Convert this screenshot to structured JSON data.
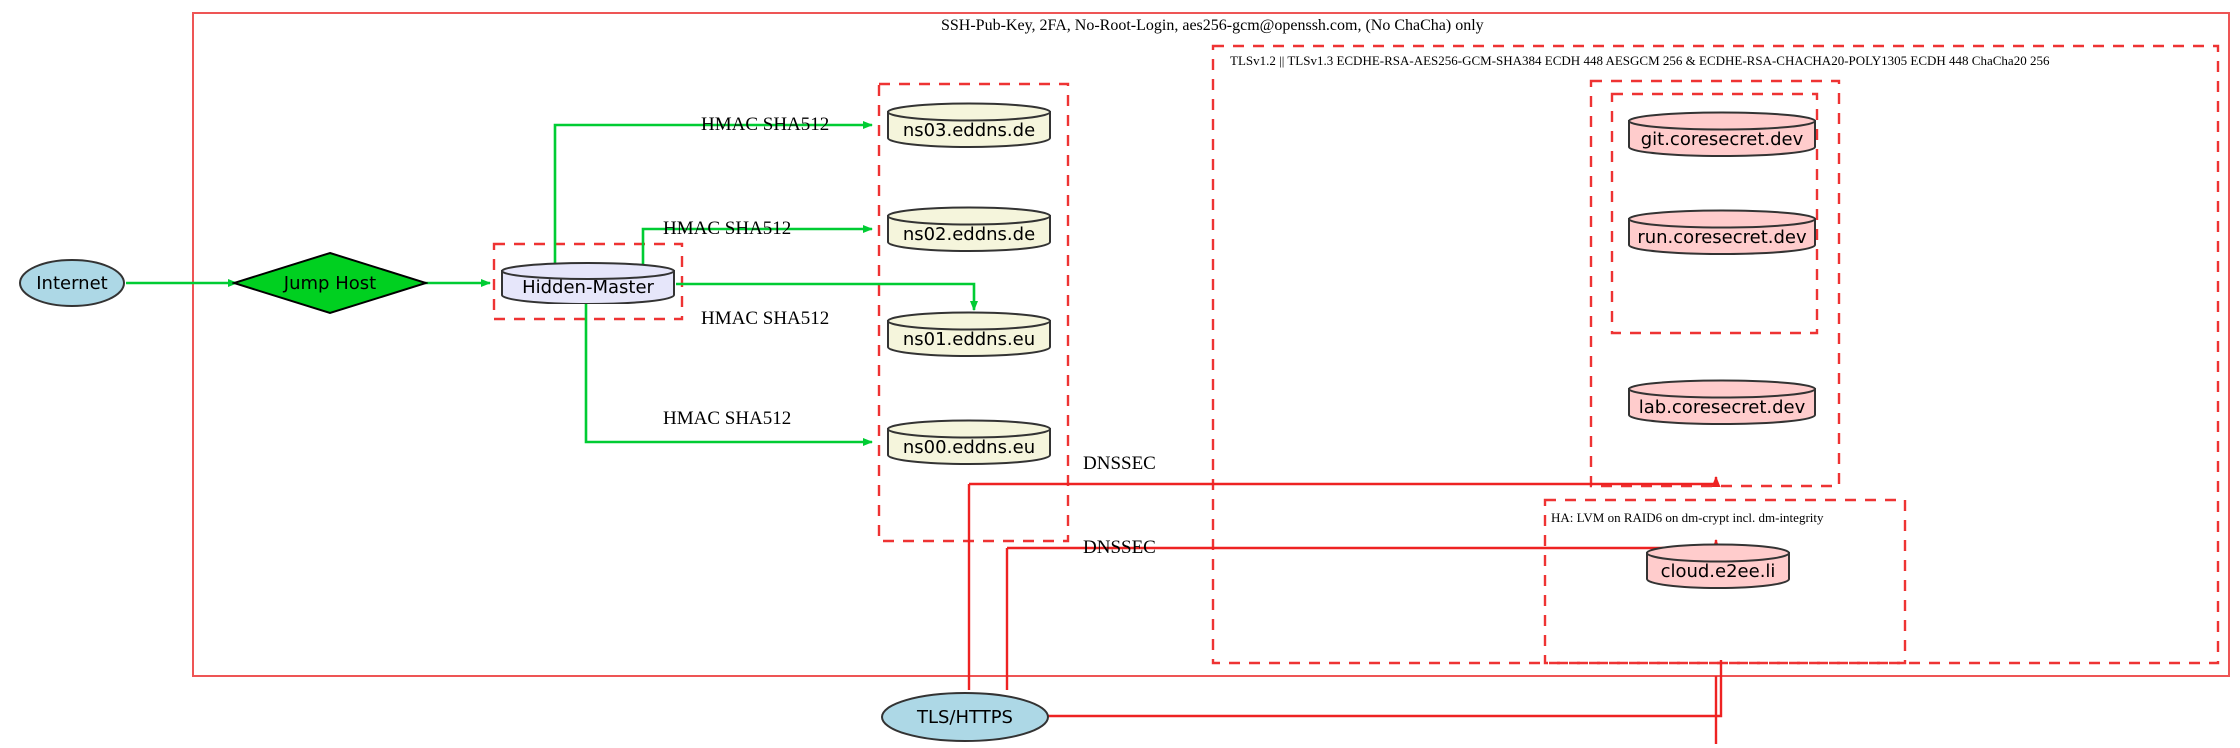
{
  "diagram": {
    "title_label": "SSH-Pub-Key, 2FA, No-Root-Login, aes256-gcm@openssh.com, (No ChaCha) only",
    "tls_label": "TLSv1.2 || TLSv1.3 ECDHE-RSA-AES256-GCM-SHA384 ECDH 448 AESGCM 256 & ECDHE-RSA-CHACHA20-POLY1305 ECDH 448 ChaCha20 256",
    "ha_label": "HA: LVM on RAID6 on dm-crypt incl. dm-integrity",
    "colors": {
      "cluster_border": "#ee3333",
      "outer_border": "#ee5555",
      "hmac_edge": "#00cc33",
      "dnssec_edge": "#ee2222",
      "internet_fill": "#add8e6",
      "jumphost_fill": "#00d020",
      "master_fill": "#e6e6fa",
      "ns_fill": "#f5f5dc",
      "secret_fill": "#ffcccc",
      "node_stroke": "#333333"
    },
    "nodes": {
      "internet": {
        "label": "Internet",
        "shape": "ellipse"
      },
      "jump_host": {
        "label": "Jump Host",
        "shape": "diamond"
      },
      "hidden_master": {
        "label": "Hidden-Master",
        "shape": "cylinder"
      },
      "tls_https": {
        "label": "TLS/HTTPS",
        "shape": "ellipse"
      },
      "ns03": {
        "label": "ns03.eddns.de",
        "shape": "cylinder"
      },
      "ns02": {
        "label": "ns02.eddns.de",
        "shape": "cylinder"
      },
      "ns01": {
        "label": "ns01.eddns.eu",
        "shape": "cylinder"
      },
      "ns00": {
        "label": "ns00.eddns.eu",
        "shape": "cylinder"
      },
      "git": {
        "label": "git.coresecret.dev",
        "shape": "cylinder"
      },
      "run": {
        "label": "run.coresecret.dev",
        "shape": "cylinder"
      },
      "lab": {
        "label": "lab.coresecret.dev",
        "shape": "cylinder"
      },
      "cloud": {
        "label": "cloud.e2ee.li",
        "shape": "cylinder"
      }
    },
    "edge_labels": {
      "hmac_ns03": "HMAC SHA512",
      "hmac_ns02": "HMAC SHA512",
      "hmac_ns01": "HMAC SHA512",
      "hmac_ns00": "HMAC SHA512",
      "dnssec_upper": "DNSSEC",
      "dnssec_lower": "DNSSEC"
    }
  }
}
